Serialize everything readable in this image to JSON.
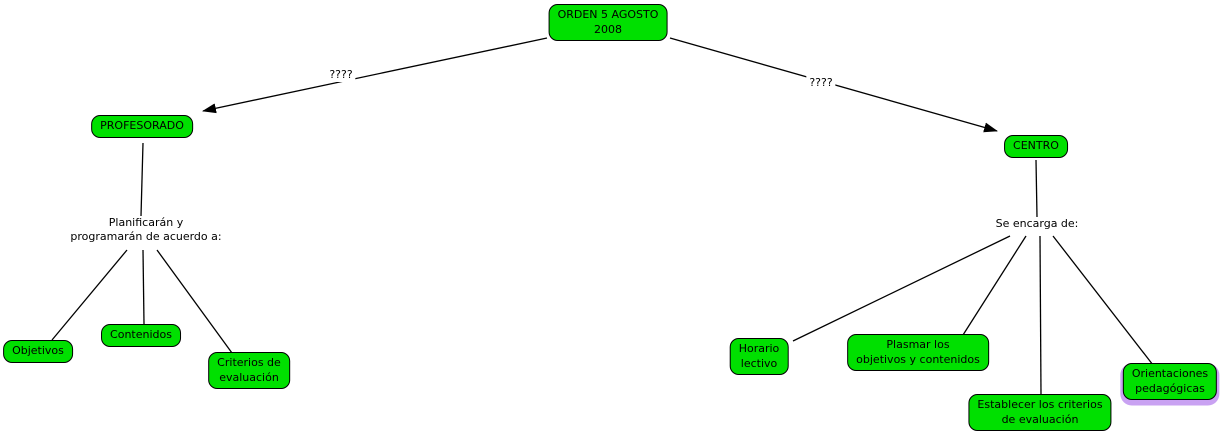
{
  "diagram": {
    "colors": {
      "node_fill": "#00e000",
      "node_border": "#000000",
      "line": "#000000",
      "selection_shadow": "#c9a2f2"
    },
    "nodes": {
      "root": "ORDEN 5 AGOSTO\n2008",
      "profesorado": "PROFESORADO",
      "centro": "CENTRO",
      "objetivos": "Objetivos",
      "contenidos": "Contenidos",
      "criterios": "Criterios de\nevaluación",
      "horario": "Horario\nlectivo",
      "plasmar": "Plasmar los\nobjetivos y contenidos",
      "establecer": "Establecer los criterios\nde evaluación",
      "orientaciones": "Orientaciones\npedagógicas"
    },
    "text_nodes": {
      "planificaran": "Planificarán y\nprogramarán de acuerdo a:",
      "se_encarga": "Se encarga de:"
    },
    "link_labels": {
      "left": "????",
      "right": "????"
    }
  }
}
